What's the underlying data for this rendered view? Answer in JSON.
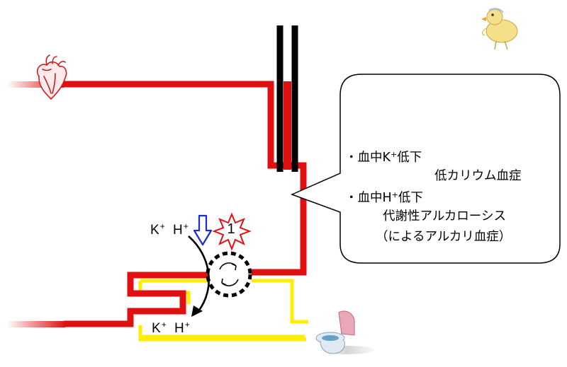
{
  "colors": {
    "lumen": "#e01010",
    "interstitium": "#ffee00",
    "tubule_wall": "#000000",
    "secretion_arrow": "#1a2bd6",
    "burst": "#e01010"
  },
  "icons": [
    "heart-icon",
    "chick-icon",
    "toilet-icon",
    "explosion-burst-icon",
    "pump-cycle-icon"
  ],
  "ions": {
    "top": {
      "k": "K",
      "k_sup": "+",
      "h": "H",
      "h_sup": "+"
    },
    "bottom": {
      "k": "K",
      "k_sup": "+",
      "h": "H",
      "h_sup": "+"
    }
  },
  "burst_label": "1",
  "callout": {
    "line1_prefix": "・血中K",
    "line1_sup": "+",
    "line1_suffix": "低下",
    "line2": "低カリウム血症",
    "line3_prefix": "・血中H",
    "line3_sup": "+",
    "line3_suffix": "低下",
    "line4": "代謝性アルカローシス",
    "line5": "（によるアルカリ血症）"
  }
}
